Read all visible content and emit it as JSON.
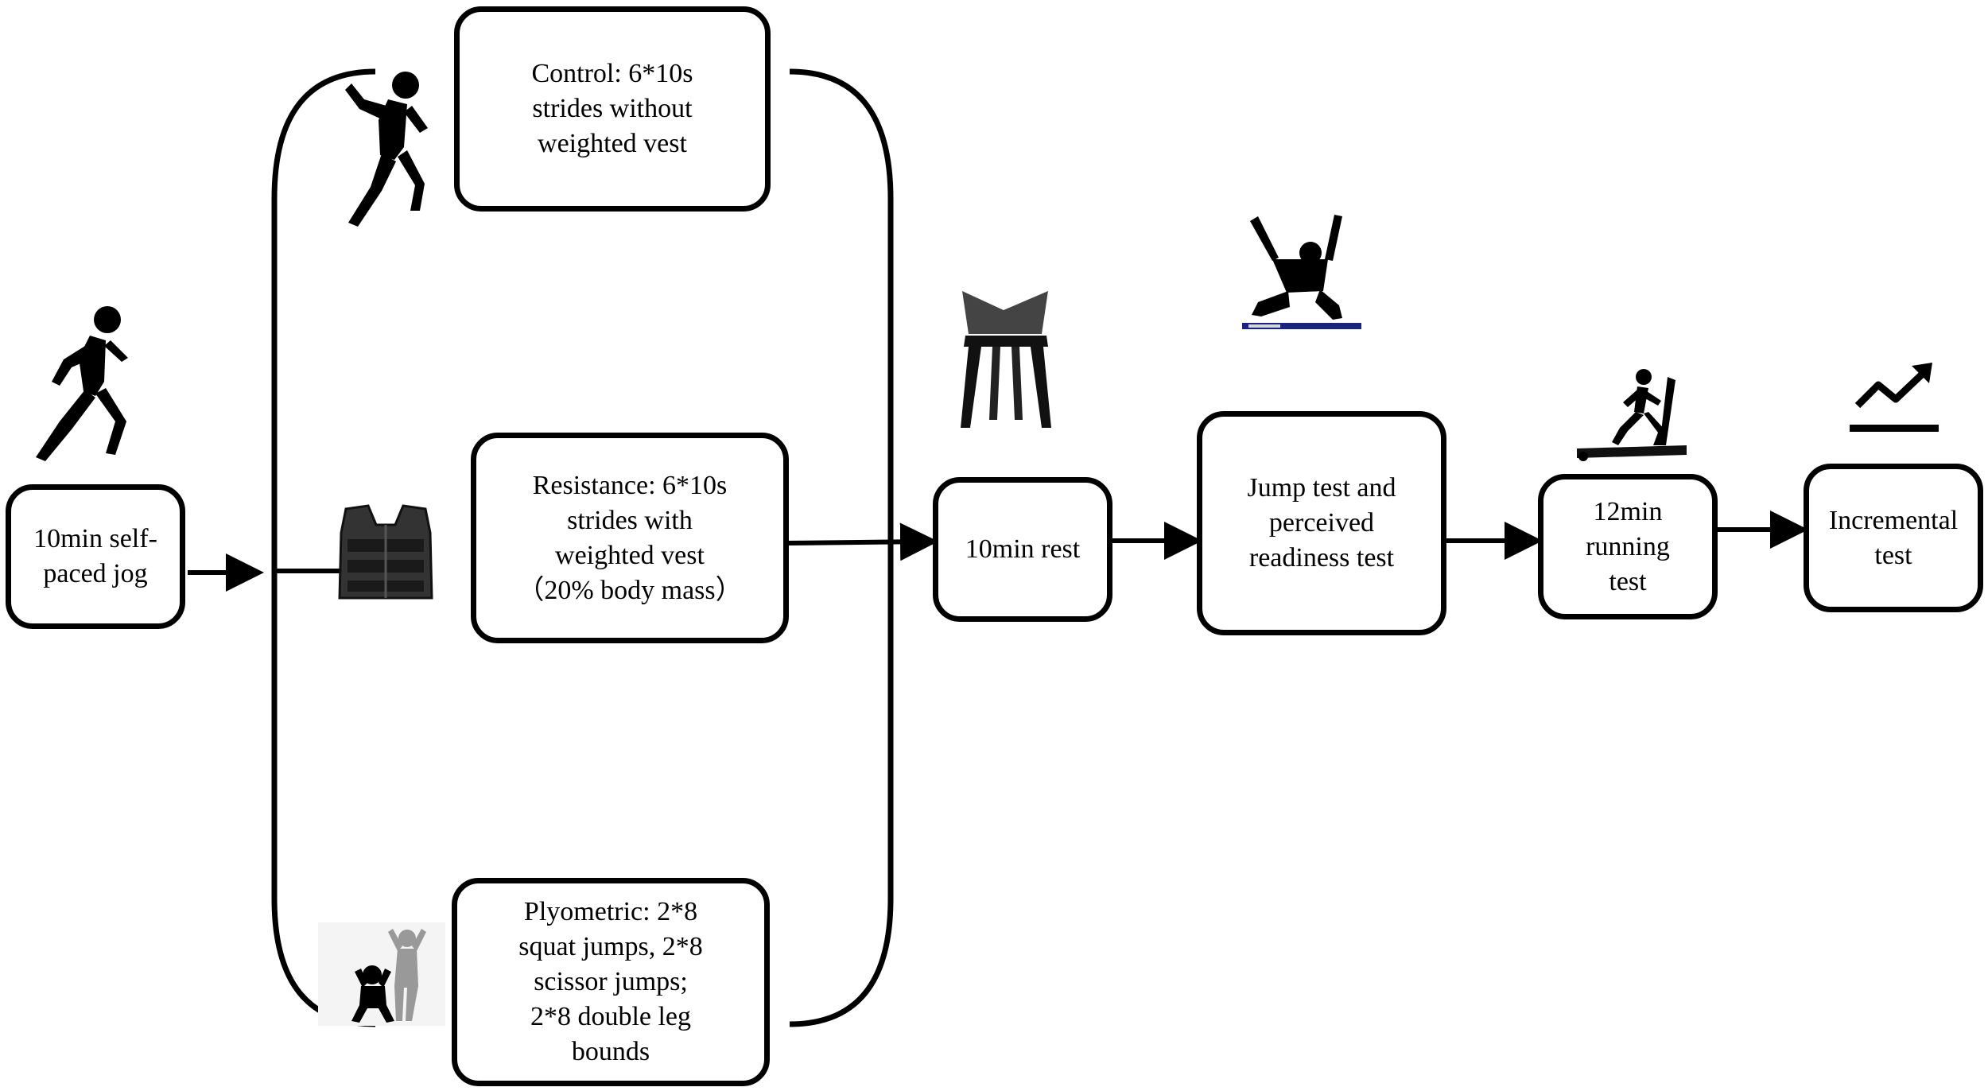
{
  "boxes": {
    "jog": "10min self-\npaced jog",
    "control": "Control: 6*10s\nstrides without\nweighted vest",
    "resistance": "Resistance: 6*10s\nstrides with\nweighted vest\n（20% body mass）",
    "plyometric": "Plyometric: 2*8\nsquat jumps, 2*8\nscissor jumps;\n2*8 double leg\nbounds",
    "rest": "10min rest",
    "jump": "Jump test and\nperceived\nreadiness test",
    "running": "12min\nrunning\ntest",
    "incremental": "Incremental\ntest"
  },
  "icons": {
    "jog": "runner-icon",
    "control": "sprinter-icon",
    "resistance": "weighted-vest-icon",
    "plyometric": "squat-jump-icon",
    "rest": "chair-icon",
    "jump": "jumping-person-icon",
    "running": "treadmill-runner-icon",
    "incremental": "trend-up-icon"
  },
  "colors": {
    "stroke": "#000000",
    "background": "#ffffff"
  }
}
